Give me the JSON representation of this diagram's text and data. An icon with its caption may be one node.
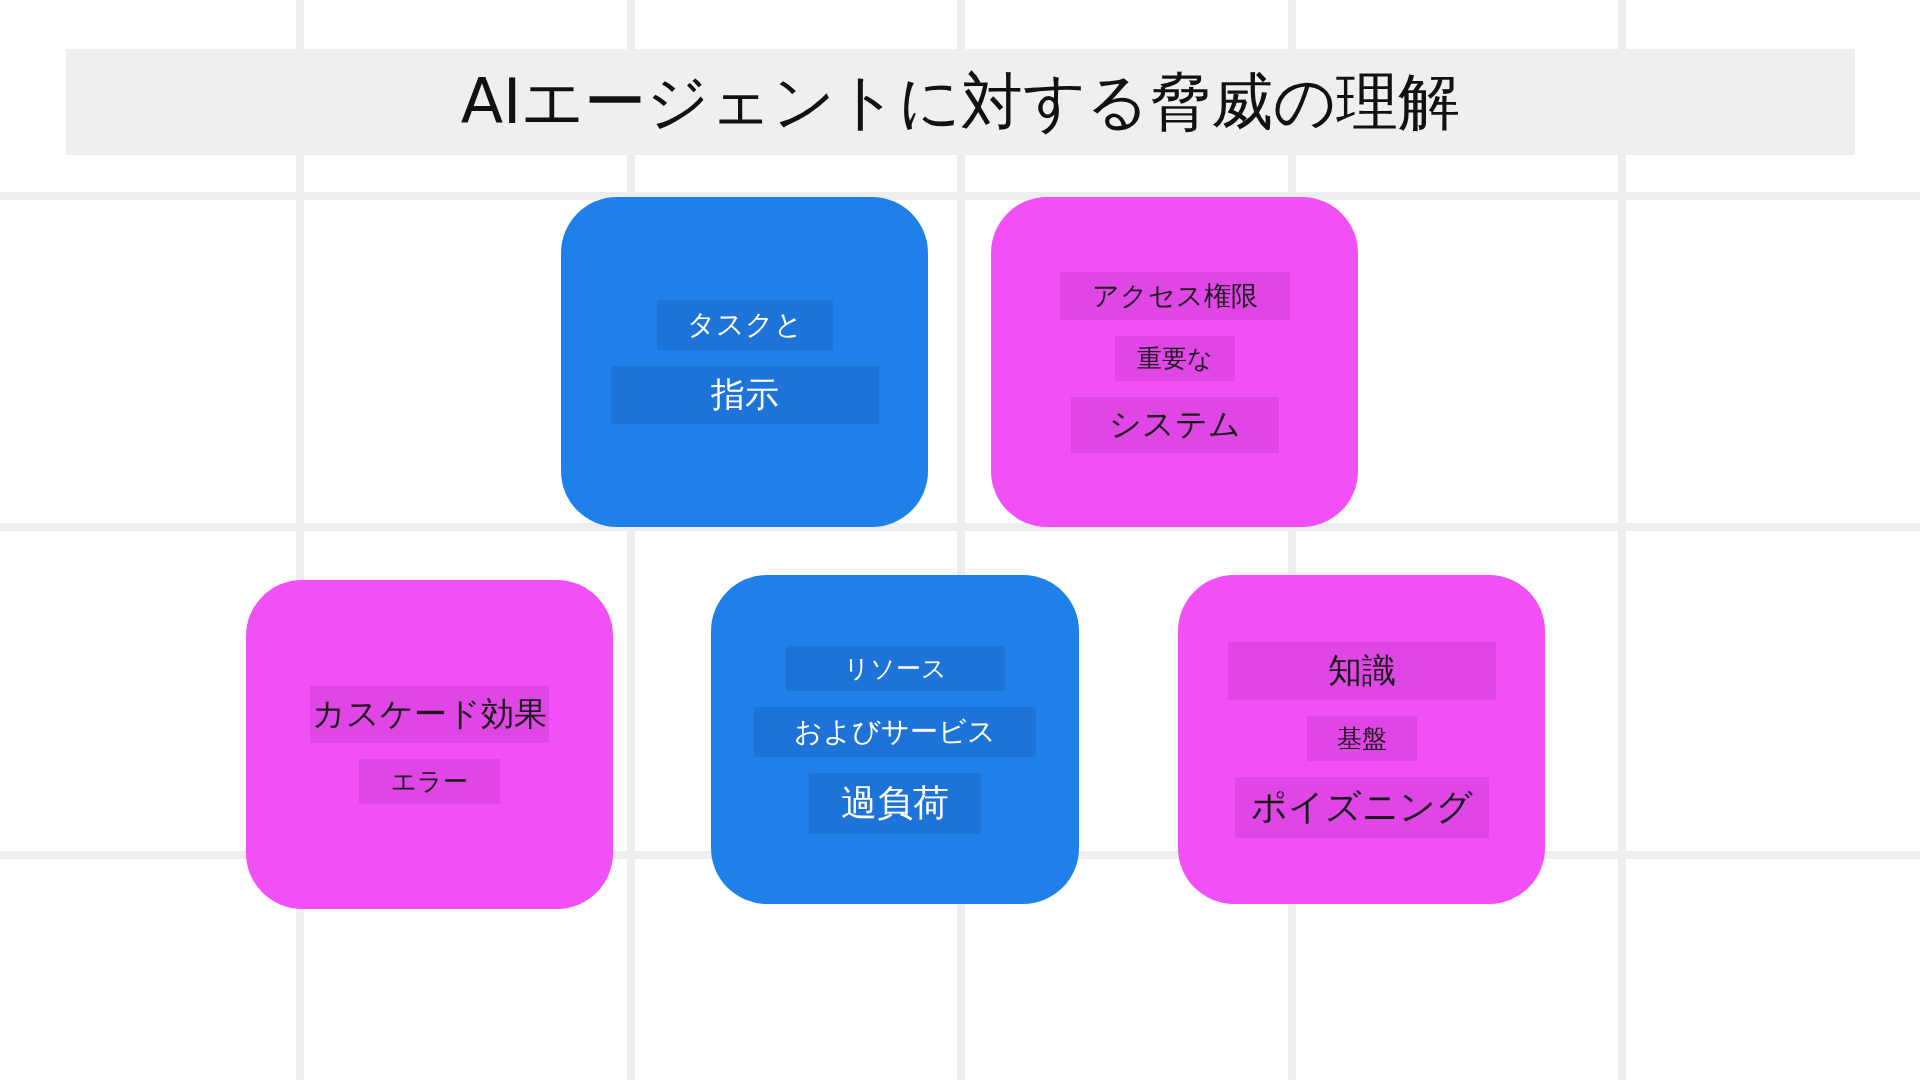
{
  "diagram": {
    "title": "AIエージェントに対する脅威の理解",
    "nodes": [
      {
        "text": [
          "タスクと",
          "指示"
        ]
      },
      {
        "text": [
          "アクセス権限",
          "重要な",
          "システム"
        ]
      },
      {
        "text": [
          "カスケード効果",
          "エラー"
        ]
      },
      {
        "text": [
          "リソース",
          "およびサービス",
          "過負荷"
        ]
      },
      {
        "text": [
          "知識",
          "基盤",
          "ポイズニング"
        ]
      }
    ]
  }
}
